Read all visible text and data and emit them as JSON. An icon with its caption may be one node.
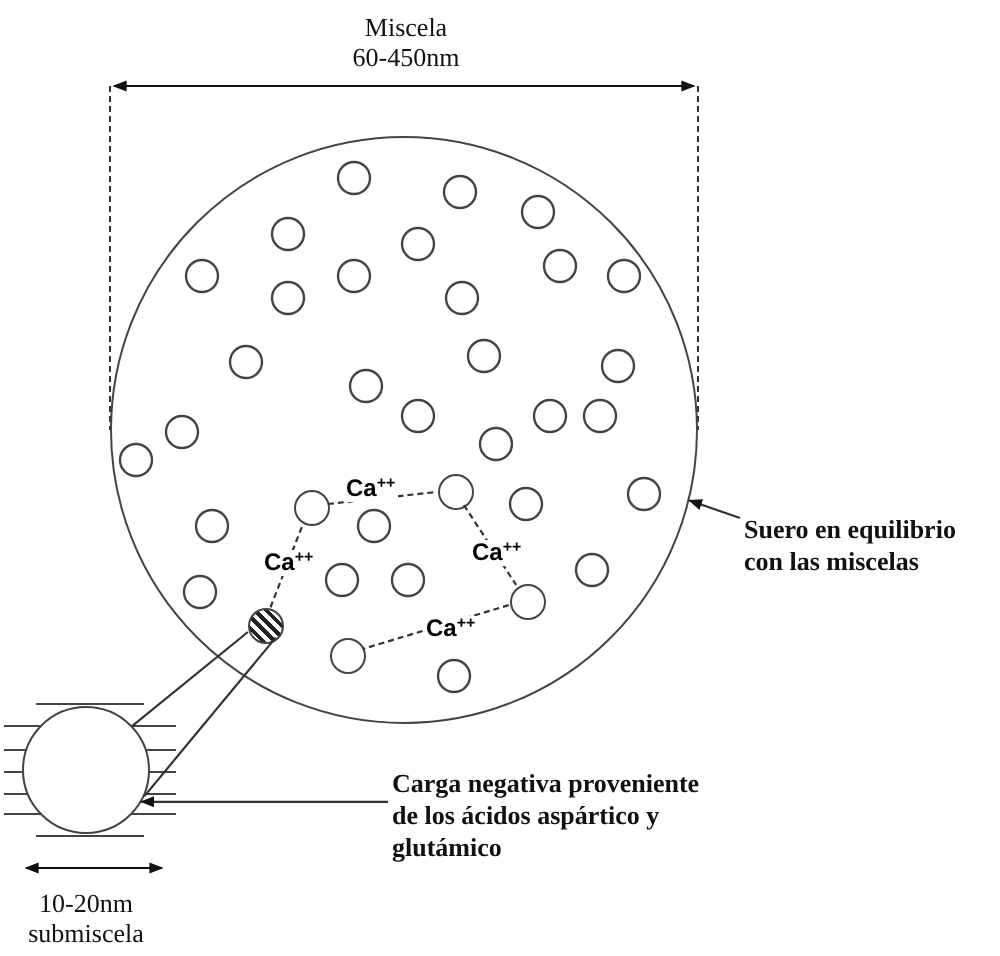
{
  "diagram": {
    "nodes": [
      {
        "text": [],
        "shape": "circle"
      },
      {
        "text": [],
        "shape": "circle",
        "in": 0
      },
      {
        "text": [],
        "shape": "circle",
        "in": 0
      },
      {
        "text": [],
        "shape": "circle",
        "in": 0
      },
      {
        "text": [],
        "shape": "circle",
        "in": 0
      },
      {
        "text": [],
        "shape": "circle",
        "in": 0
      },
      {
        "text": [],
        "shape": "circle"
      },
      {
        "text": [
          "Suero en equilibrio con las miscelas"
        ]
      },
      {
        "text": [
          "Carga negativa proveniente de los ácidos aspártico y glutámico"
        ]
      }
    ],
    "edges": [
      {
        "from": 1,
        "to": 2,
        "arrow": "none",
        "style": "dashed",
        "label": "Ca$^{++}$"
      },
      {
        "from": 2,
        "to": 3,
        "arrow": "none",
        "style": "dashed",
        "label": "Ca$^{++}$"
      },
      {
        "from": 3,
        "to": 4,
        "arrow": "none",
        "style": "dashed",
        "label": "Ca$^{++}$"
      },
      {
        "from": 4,
        "to": 5,
        "arrow": "none",
        "style": "dashed",
        "label": "Ca$^{++}$"
      },
      {
        "from": 1,
        "to": 6,
        "arrow": "none"
      },
      {
        "from": 1,
        "to": 6,
        "arrow": "none"
      },
      {
        "from": 7,
        "to": 0,
        "arrow": "to"
      },
      {
        "from": 8,
        "to": 6,
        "arrow": "to"
      }
    ],
    "labels": [
      "Miscela",
      "60-450nm",
      "10-20nm",
      "submiscela"
    ]
  }
}
